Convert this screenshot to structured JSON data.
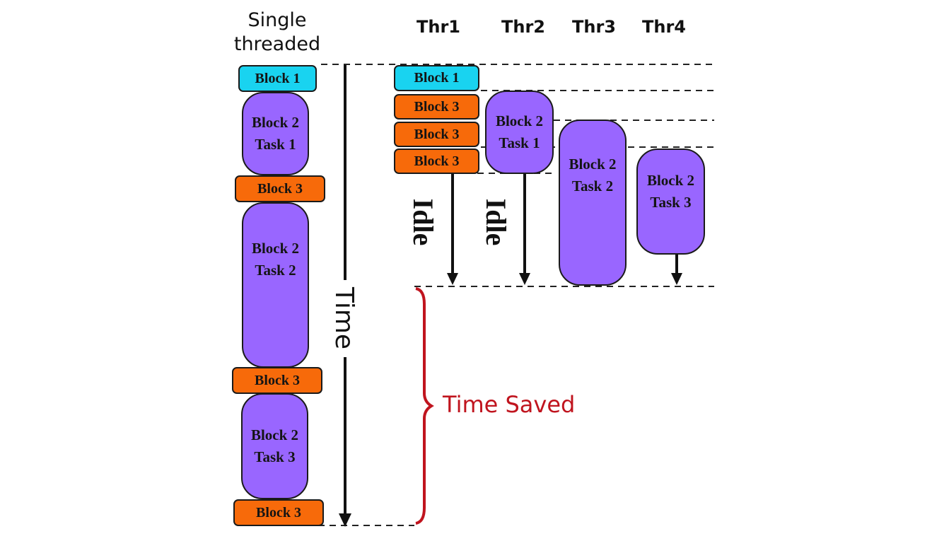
{
  "headers": {
    "single": "Single\nthreaded",
    "thr1": "Thr1",
    "thr2": "Thr2",
    "thr3": "Thr3",
    "thr4": "Thr4"
  },
  "labels": {
    "block1": "Block 1",
    "block3": "Block 3",
    "b2t1": "Block 2\nTask 1",
    "b2t2": "Block 2\nTask 2",
    "b2t3": "Block 2\nTask 3",
    "idle": "Idle",
    "time": "Time",
    "time_saved": "Time Saved"
  },
  "colors": {
    "block1": "#19d3f0",
    "block3": "#f76a0a",
    "task": "#9966ff",
    "time_saved": "#c0141e"
  }
}
